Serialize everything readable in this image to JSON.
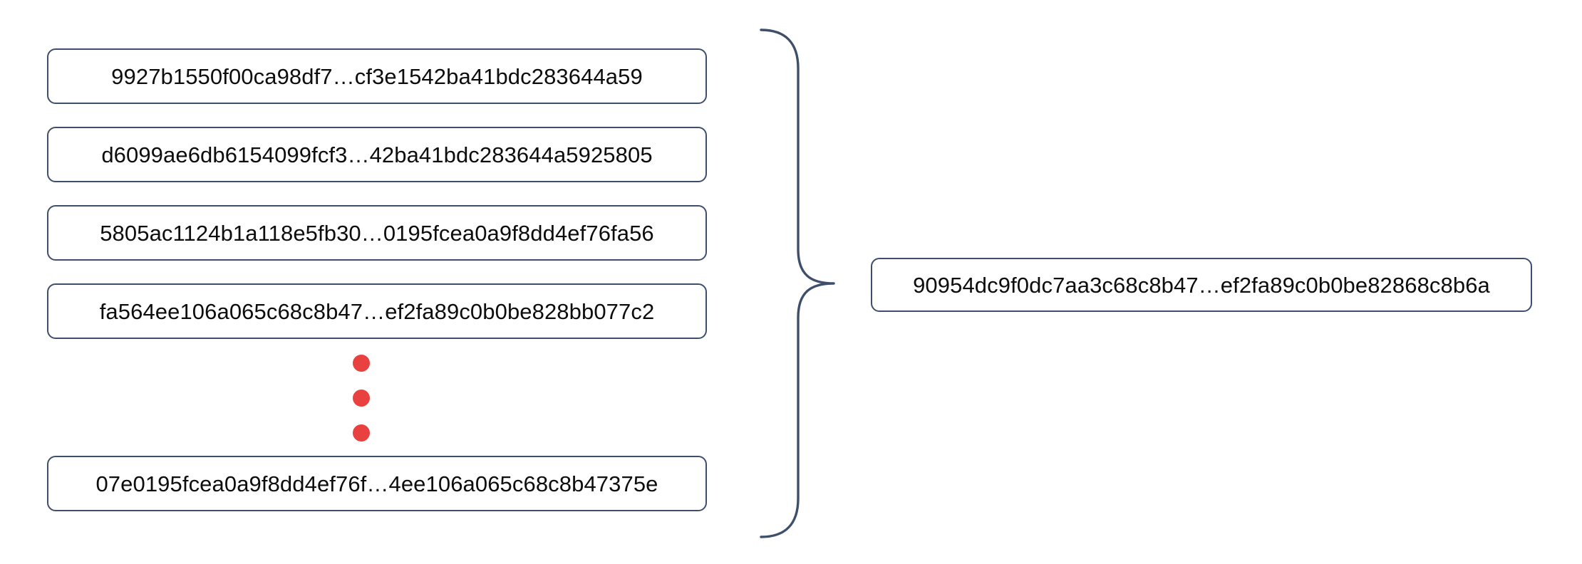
{
  "diagram": {
    "type": "many-to-one-hash-aggregation",
    "title": "",
    "colors": {
      "box_border": "#3f4f6b",
      "box_fill": "#ffffff",
      "text": "#0d0d0d",
      "ellipsis_dot": "#e8413f",
      "brace_stroke": "#3f4f6b",
      "background": "#ffffff"
    },
    "inputs": {
      "group_label": "",
      "items": [
        {
          "hash": "9927b1550f00ca98df7…cf3e1542ba41bdc283644a59"
        },
        {
          "hash": "d6099ae6db6154099fcf3…42ba41bdc283644a5925805"
        },
        {
          "hash": "5805ac1124b1a118e5fb30…0195fcea0a9f8dd4ef76fa56"
        },
        {
          "hash": "fa564ee106a065c68c8b47…ef2fa89c0b0be828bb077c2"
        },
        {
          "hash": "07e0195fcea0a9f8dd4ef76f…4ee106a065c68c8b47375e"
        }
      ],
      "continuation_marker": {
        "icon": "vertical-ellipsis-icon",
        "dot_count": 3
      }
    },
    "connector": {
      "icon": "right-curly-brace-icon",
      "direction": "right",
      "label": ""
    },
    "output": {
      "hash": "90954dc9f0dc7aa3c68c8b47…ef2fa89c0b0be82868c8b6a"
    }
  }
}
